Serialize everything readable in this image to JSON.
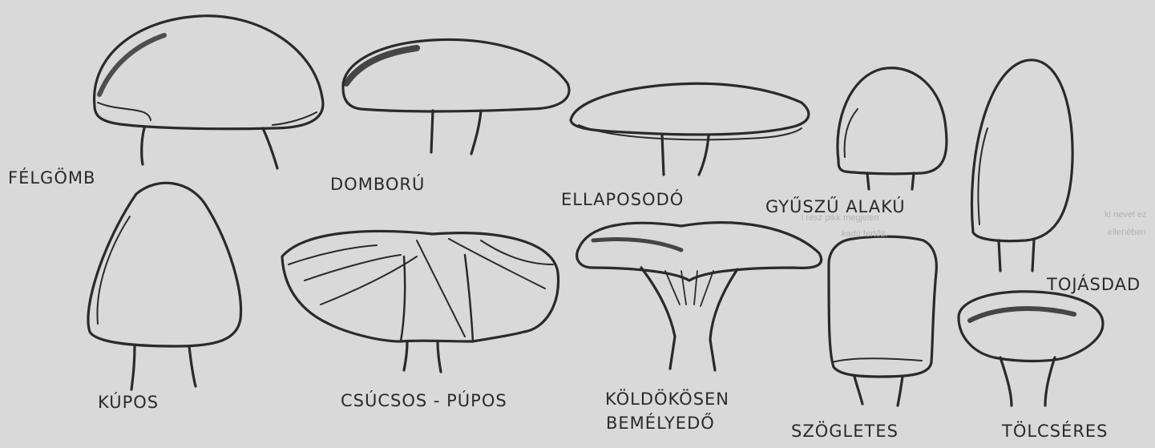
{
  "labels": {
    "felgomb": "FÉLGÖMB",
    "dombor": "DOMBORÚ",
    "ellaposodo": "ELLAPOSODÓ",
    "gyuszu": "GYŰSZŰ ALAKÚ",
    "tojasdad": "TOJÁSDAD",
    "kupos": "KÚPOS",
    "csucsos": "CSÚCSOS - PÚPOS",
    "koldokosen_1": "KÖLDÖKÖSEN",
    "koldokosen_2": "BEMÉLYEDŐ",
    "szogletes": "SZÖGLETES",
    "tolcseres": "TÖLCSÉRES"
  },
  "colors": {
    "paper": "#d9d9d9",
    "ink": "#2a2a2a"
  },
  "bleed_through": {
    "line_1": "ki nevet ez",
    "line_2": "ellenében",
    "line_3": "i rész pikk megjelen",
    "line_4": "kadú fertőz."
  }
}
